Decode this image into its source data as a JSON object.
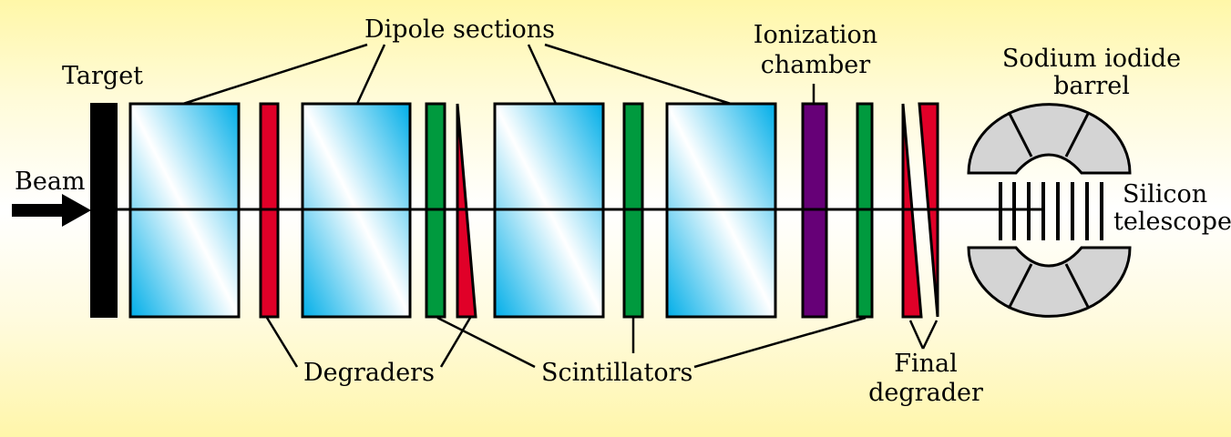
{
  "title": "Beamline detector layout",
  "labels": {
    "beam": "Beam",
    "target": "Target",
    "dipole_sections": "Dipole sections",
    "ionization_line1": "Ionization",
    "ionization_line2": "chamber",
    "sodium_line1": "Sodium iodide",
    "sodium_line2": "barrel",
    "silicon_line1": "Silicon",
    "silicon_line2": "telescope",
    "degraders": "Degraders",
    "scintillators": "Scintillators",
    "final_line1": "Final",
    "final_line2": "degrader"
  },
  "colors": {
    "dipole_blue": "#00aee8",
    "degrader_red": "#e00028",
    "scintillator_green": "#009a3e",
    "ionization_purple": "#660077",
    "barrel_gray": "#d4d4d4",
    "target_black": "#000000"
  },
  "components_in_order": [
    "Target",
    "Dipole",
    "Degrader",
    "Dipole",
    "Scintillator",
    "Wedge degrader",
    "Dipole",
    "Scintillator",
    "Dipole",
    "Ionization chamber",
    "Scintillator",
    "Final degrader",
    "Sodium iodide barrel",
    "Silicon telescope"
  ]
}
